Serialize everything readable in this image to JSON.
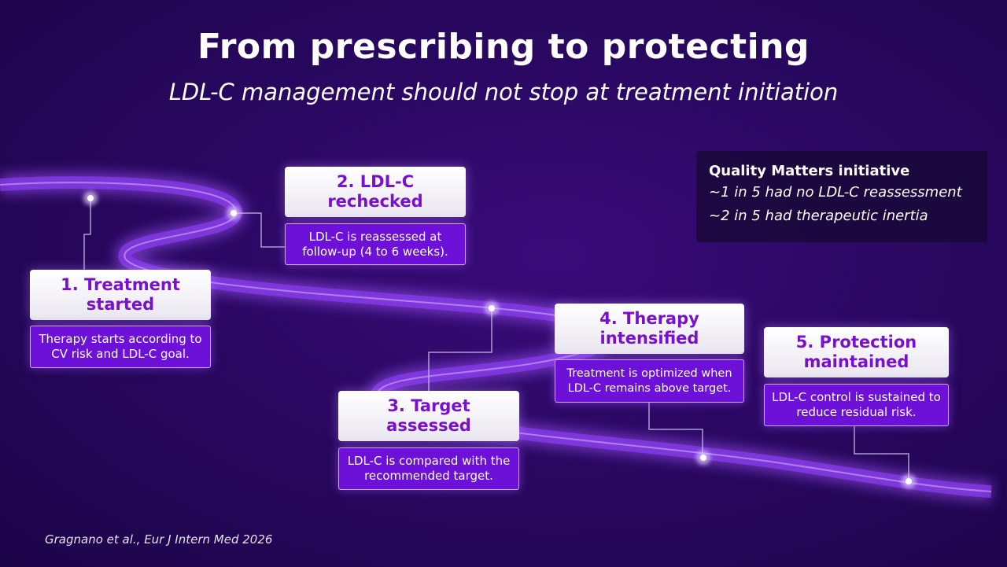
{
  "title": "From prescribing to protecting",
  "subtitle": "LDL-C management should not stop at treatment initiation",
  "steps": [
    {
      "title": "1. Treatment started",
      "description": "Therapy starts according to CV risk and LDL-C goal."
    },
    {
      "title": "2. LDL-C rechecked",
      "description": "LDL-C is reassessed at follow-up (4 to 6 weeks)."
    },
    {
      "title": "3. Target assessed",
      "description": "LDL-C is compared with the recommended target."
    },
    {
      "title": "4. Therapy intensified",
      "description": "Treatment is optimized when LDL-C remains above target."
    },
    {
      "title": "5. Protection maintained",
      "description": "LDL-C control is sustained to reduce residual risk."
    }
  ],
  "callout": {
    "heading": "Quality Matters initiative",
    "lines": [
      "~1 in 5 had no LDL-C reassessment",
      "~2 in 5 had therapeutic inertia"
    ]
  },
  "citation": "Gragnano et al., Eur J Intern Med 2026",
  "colors": {
    "background": "#2a0862",
    "title_text": "#7a10cc",
    "description_box": "#6d10d8",
    "path_glow": "#a155ff"
  }
}
